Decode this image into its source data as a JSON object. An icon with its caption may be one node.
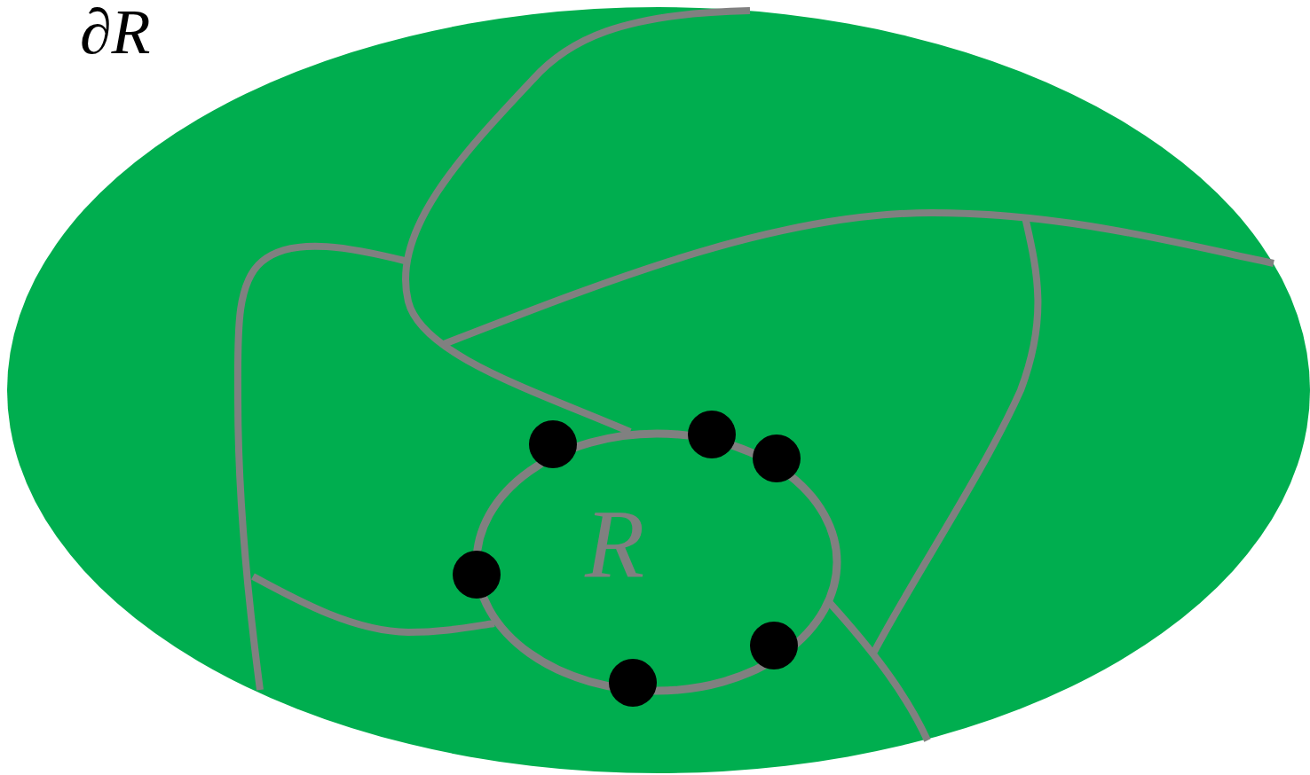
{
  "diagram": {
    "nodes": [
      {
        "text": [
          "∂R"
        ]
      },
      {
        "text": [
          "R"
        ],
        "in": 0
      }
    ]
  }
}
